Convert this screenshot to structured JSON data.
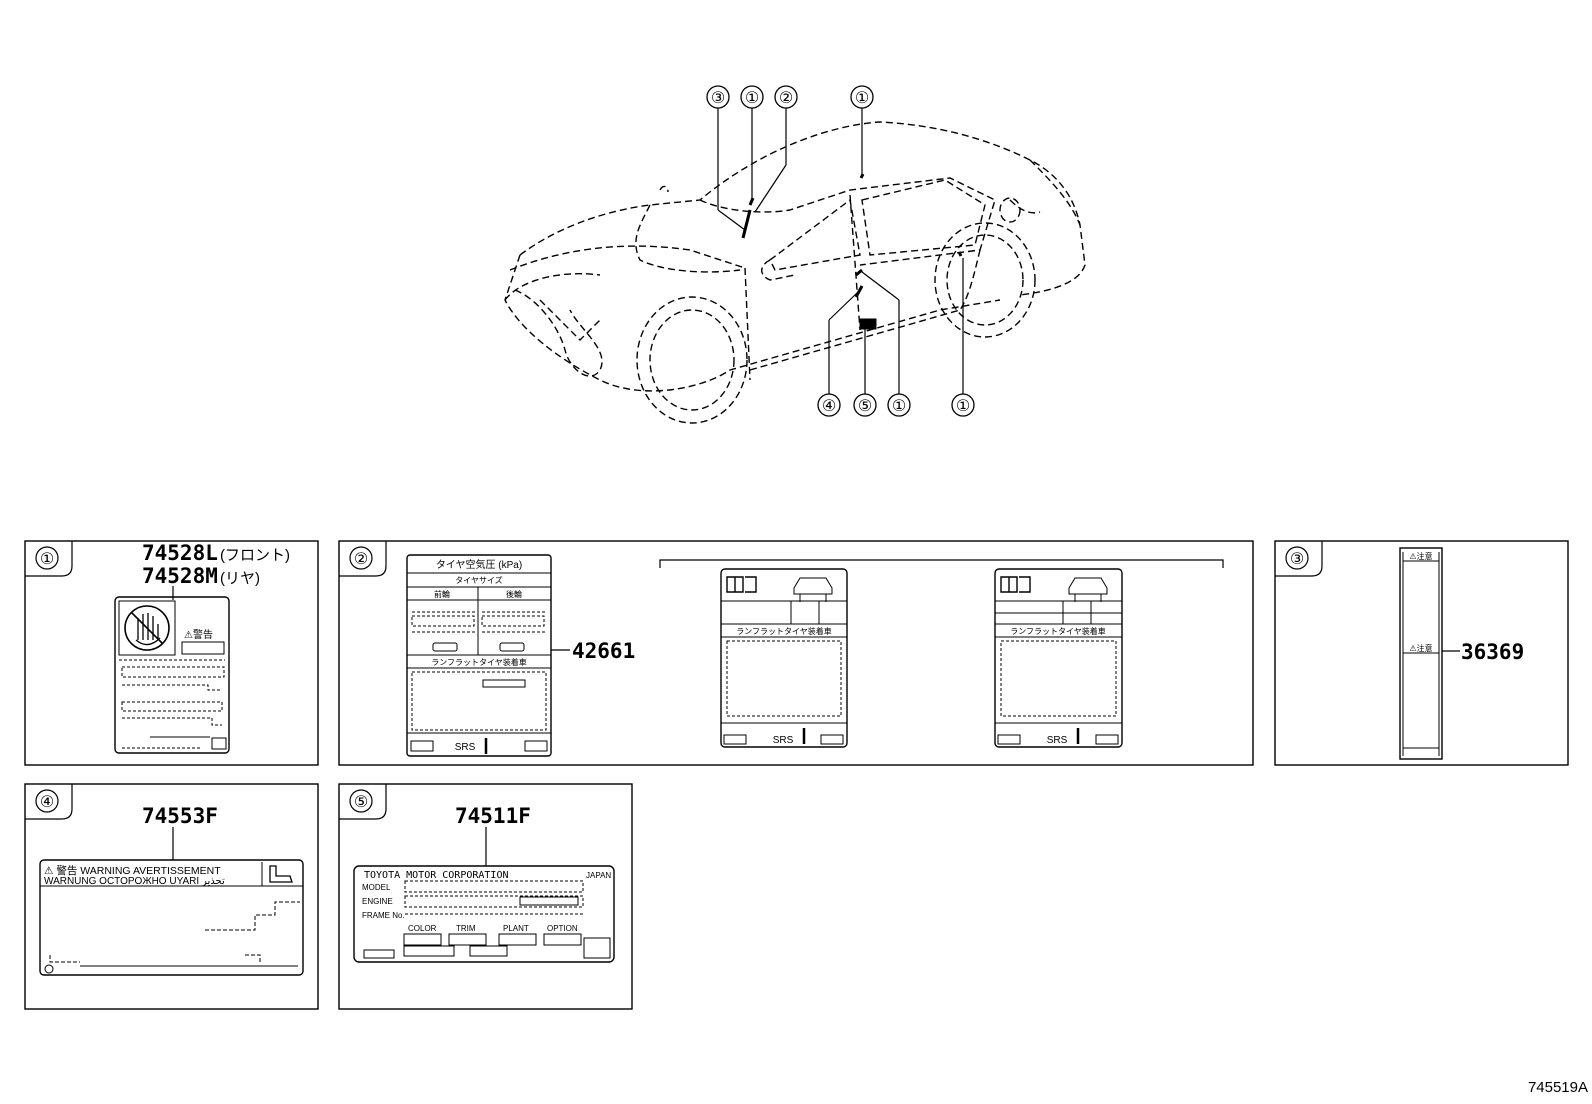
{
  "diagram_id": "745519A",
  "callouts": {
    "c1": "①",
    "c2": "②",
    "c3": "③",
    "c4": "④",
    "c5": "⑤"
  },
  "panels": {
    "p1": {
      "index": "①",
      "part_front": "74528L",
      "part_front_note": "(フロント)",
      "part_rear": "74528M",
      "part_rear_note": "(リヤ)",
      "label_warning": "⚠警告"
    },
    "p2": {
      "index": "②",
      "part": "42661",
      "label_title": "タイヤ空気圧 (kPa)",
      "label_tire_size": "タイヤサイズ",
      "label_front": "前輪",
      "label_rear": "後輪",
      "label_runflat": "ランフラットタイヤ装着車",
      "label_srs": "SRS",
      "alt_runflat": "ランフラットタイヤ装着車",
      "alt_srs": "SRS"
    },
    "p3": {
      "index": "③",
      "part": "36369",
      "label_top": "⚠注意",
      "label_mid": "⚠注意"
    },
    "p4": {
      "index": "④",
      "part": "74553F",
      "label_line1": "⚠ 警告 WARNING AVERTISSEMENT",
      "label_line2": "WARNUNG OCTOPOЖHO UYARI تحذير"
    },
    "p5": {
      "index": "⑤",
      "part": "74511F",
      "label_maker": "TOYOTA MOTOR CORPORATION",
      "label_country": "JAPAN",
      "label_model": "MODEL",
      "label_engine": "ENGINE",
      "label_frame": "FRAME No.",
      "label_color": "COLOR",
      "label_trim": "TRIM",
      "label_plant": "PLANT",
      "label_option": "OPTION"
    }
  }
}
